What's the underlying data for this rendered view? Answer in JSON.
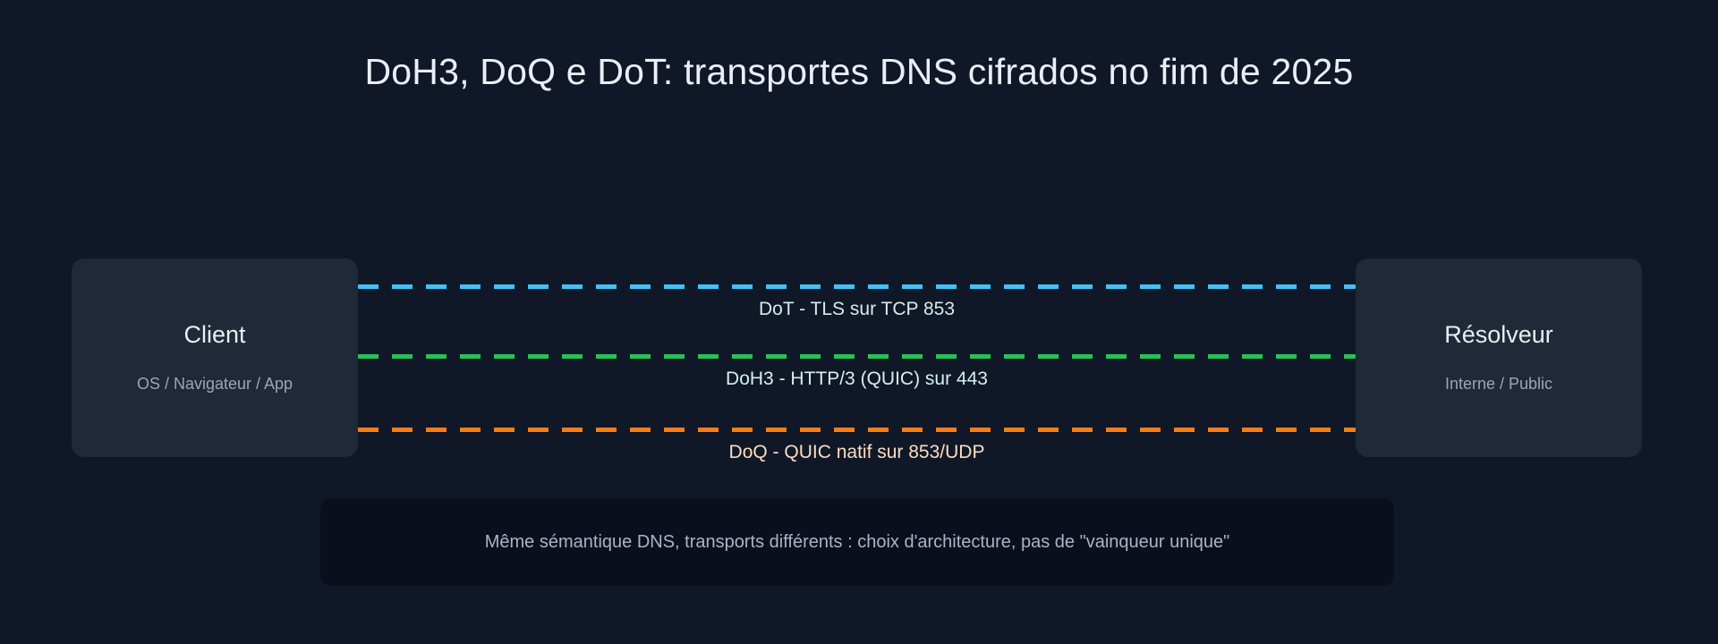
{
  "page": {
    "title": "DoH3, DoQ e DoT: transportes DNS cifrados no fim de 2025",
    "background_color": "#101827"
  },
  "nodes": {
    "client": {
      "title": "Client",
      "subtitle": "OS / Navigateur / App",
      "fill_color": "#1f2937"
    },
    "resolver": {
      "title": "Résolveur",
      "subtitle": "Interne / Public",
      "fill_color": "#1f2937"
    }
  },
  "transports": [
    {
      "label": "DoT - TLS sur TCP 853",
      "line_color": "#41c3f7",
      "label_color": "#d3ece9",
      "style": "dashed"
    },
    {
      "label": "DoH3 - HTTP/3 (QUIC) sur 443",
      "line_color": "#27c255",
      "label_color": "#d5efee",
      "style": "dashed"
    },
    {
      "label": "DoQ - QUIC natif sur 853/UDP",
      "line_color": "#f97d16",
      "label_color": "#fadcc2",
      "style": "dashed"
    }
  ],
  "footer": {
    "text": "Même sémantique DNS, transports différents : choix d'architecture, pas de \"vainqueur unique\"",
    "fill_color": "#0a0f1d",
    "text_color": "#aab4c6"
  }
}
